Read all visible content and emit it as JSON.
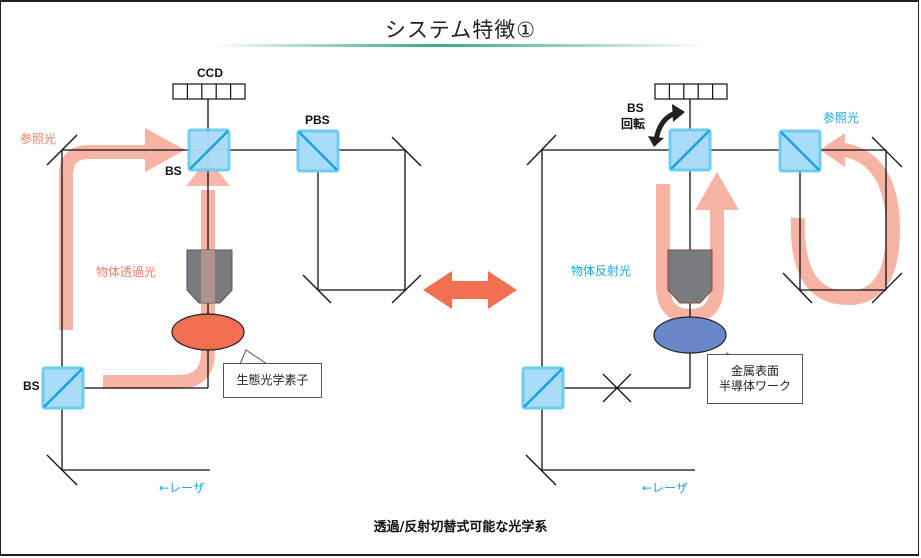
{
  "title": "システム特徴①",
  "caption": "透過/反射切替式可能な光学系",
  "colors": {
    "beam": "#f7b3a4",
    "cube_fill": "#a9dcf6",
    "cube_edge": "#6ccdf2",
    "cube_diagonal": "#1aa0e0",
    "objective": "#7a7b7e",
    "sample_transmission": "#f07050",
    "sample_reflection": "#6a88c8",
    "switch_arrow": "#f07050",
    "title_rule": "#3aa888"
  },
  "left_diagram": {
    "ccd_label": "CCD",
    "bs_top_label": "BS",
    "pbs_label": "PBS",
    "bs_bottom_label": "BS",
    "reference_light_label": "参照光",
    "object_light_label": "物体透過光",
    "sample_callout": "生態光学素子",
    "laser_label": "←レーザ"
  },
  "right_diagram": {
    "bs_rotation_label_line1": "BS",
    "bs_rotation_label_line2": "回転",
    "reference_light_label": "参照光",
    "object_light_label": "物体反射光",
    "sample_callout_line1": "金属表面",
    "sample_callout_line2": "半導体ワーク",
    "laser_label": "←レーザ"
  }
}
